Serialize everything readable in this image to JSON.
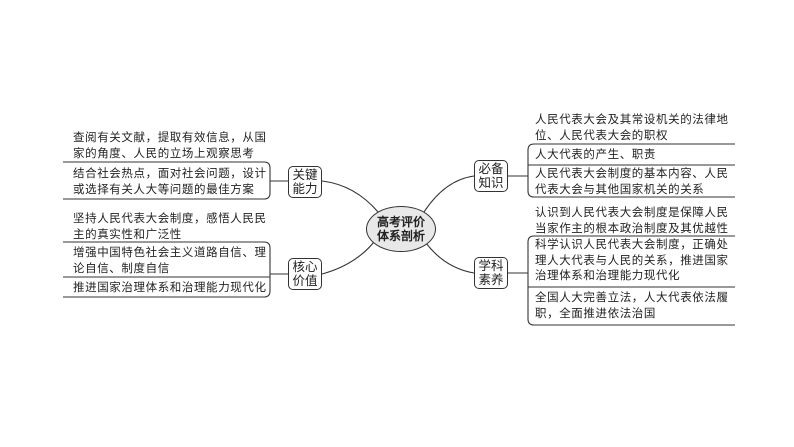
{
  "center": {
    "line1": "高考评价",
    "line2": "体系剖析"
  },
  "nodes": {
    "key_ability": {
      "line1": "关键",
      "line2": "能力",
      "items": [
        "查阅有关文献，提取有效信息，从国家的角度、人民的立场上观察思考",
        "结合社会热点，面对社会问题，设计或选择有关人大等问题的最佳方案"
      ]
    },
    "core_value": {
      "line1": "核心",
      "line2": "价值",
      "items": [
        "坚持人民代表大会制度，感悟人民民主的真实性和广泛性",
        "增强中国特色社会主义道路自信、理论自信、制度自信",
        "推进国家治理体系和治理能力现代化"
      ]
    },
    "essential_knowledge": {
      "line1": "必备",
      "line2": "知识",
      "items": [
        "人民代表大会及其常设机关的法律地位、人民代表大会的职权",
        "人大代表的产生、职责",
        "人民代表大会制度的基本内容、人民代表大会与其他国家机关的关系"
      ]
    },
    "discipline_literacy": {
      "line1": "学科",
      "line2": "素养",
      "items": [
        "认识到人民代表大会制度是保障人民当家作主的根本政治制度及其优越性",
        "科学认识人民代表大会制度，正确处理人大代表与人民的关系，推进国家治理体系和治理能力现代化",
        "全国人大完善立法，人大代表依法履职，全面推进依法治国"
      ]
    }
  }
}
